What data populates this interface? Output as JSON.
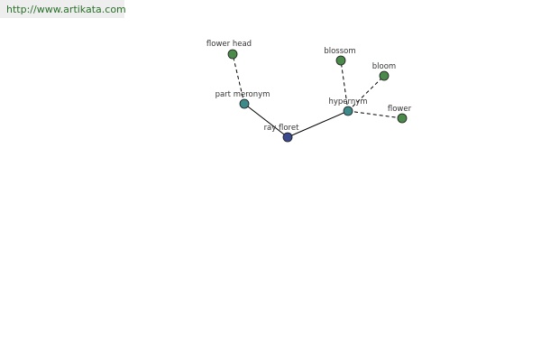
{
  "header": {
    "link_text": "http://www.artikata.com"
  },
  "graph": {
    "nodes": [
      {
        "id": "ray-floret",
        "label": "ray floret",
        "role": "center",
        "color": "#3b4a8c"
      },
      {
        "id": "part-meronym",
        "label": "part meronym",
        "role": "relation",
        "color": "#3e8a8a"
      },
      {
        "id": "hypernym",
        "label": "hypernym",
        "role": "relation",
        "color": "#3e8a8a"
      },
      {
        "id": "flower-head",
        "label": "flower head",
        "role": "leaf",
        "color": "#4c8a4c"
      },
      {
        "id": "blossom",
        "label": "blossom",
        "role": "leaf",
        "color": "#4c8a4c"
      },
      {
        "id": "bloom",
        "label": "bloom",
        "role": "leaf",
        "color": "#4c8a4c"
      },
      {
        "id": "flower",
        "label": "flower",
        "role": "leaf",
        "color": "#4c8a4c"
      }
    ],
    "edges": [
      {
        "from": "ray-floret",
        "to": "part-meronym",
        "style": "solid"
      },
      {
        "from": "ray-floret",
        "to": "hypernym",
        "style": "solid"
      },
      {
        "from": "part-meronym",
        "to": "flower-head",
        "style": "dashed"
      },
      {
        "from": "hypernym",
        "to": "blossom",
        "style": "dashed"
      },
      {
        "from": "hypernym",
        "to": "bloom",
        "style": "dashed"
      },
      {
        "from": "hypernym",
        "to": "flower",
        "style": "dashed"
      }
    ]
  }
}
